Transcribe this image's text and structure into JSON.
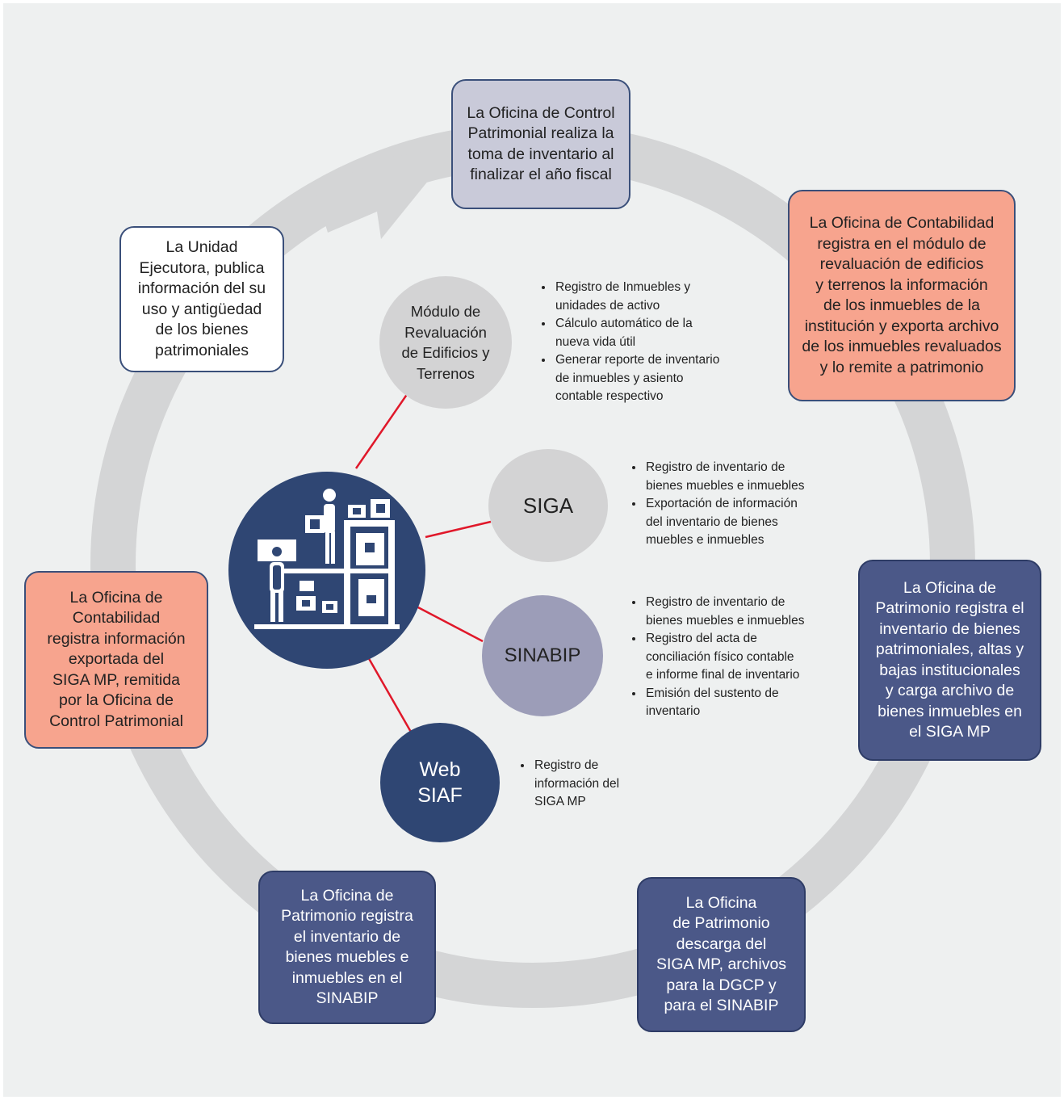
{
  "steps": {
    "top": "La Oficina de Control\nPatrimonial realiza la\ntoma de inventario al\nfinalizar el año fiscal",
    "right_top": "La Oficina de Contabilidad\nregistra en el módulo de\nrevaluación de edificios\ny terrenos la información\nde los inmuebles de la\ninstitución y exporta archivo\nde los inmuebles revaluados\ny lo remite a patrimonio",
    "right_mid": "La Oficina de\nPatrimonio registra  el\ninventario de bienes\npatrimoniales, altas  y\nbajas institucionales\ny carga archivo de\nbienes inmuebles  en\nel SIGA MP",
    "bottom_right": "La Oficina\nde Patrimonio\ndescarga del\nSIGA MP, archivos\npara la DGCP y\npara el SINABIP",
    "bottom_left": "La Oficina de\nPatrimonio registra\nel inventario de\nbienes muebles e\ninmuebles  en el\nSINABIP",
    "left_mid": "La Oficina de\nContabilidad\nregistra información\nexportada del\nSIGA MP, remitida\npor la Oficina de\nControl Patrimonial",
    "left_top": "La Unidad\nEjecutora, publica\ninformación del su\nuso y  antigüedad\nde los bienes\npatrimoniales"
  },
  "systems": [
    {
      "name": "Módulo de\nRevaluación\nde Edificios y\nTerrenos",
      "bullets": [
        "Registro de Inmuebles y\nunidades de activo",
        "Cálculo automático de la\nnueva vida útil",
        "Generar reporte de inventario\nde inmuebles y asiento\ncontable respectivo"
      ]
    },
    {
      "name": "SIGA",
      "bullets": [
        "Registro de inventario de\nbienes muebles e inmuebles",
        "Exportación de información\ndel inventario de bienes\nmuebles e inmuebles"
      ]
    },
    {
      "name": "SINABIP",
      "bullets": [
        "Registro de inventario de\nbienes muebles e inmuebles",
        "Registro del acta de\nconciliación físico contable\ne informe final de inventario",
        "Emisión del sustento de\ninventario"
      ]
    },
    {
      "name": "Web\nSIAF",
      "bullets": [
        "Registro de\ninformación del\nSIGA MP"
      ]
    }
  ],
  "colors": {
    "panel": "#eef0f0",
    "cycle_arrow": "#d4d5d6",
    "connector": "#e0182a",
    "navy": "#2f4673",
    "box_navy": "#4b5888",
    "box_salmon": "#f7a48e",
    "box_lavender": "#c9cad9"
  },
  "icons": {
    "hub": "warehouse-workers-icon",
    "cycle": "circular-arrow-icon"
  }
}
